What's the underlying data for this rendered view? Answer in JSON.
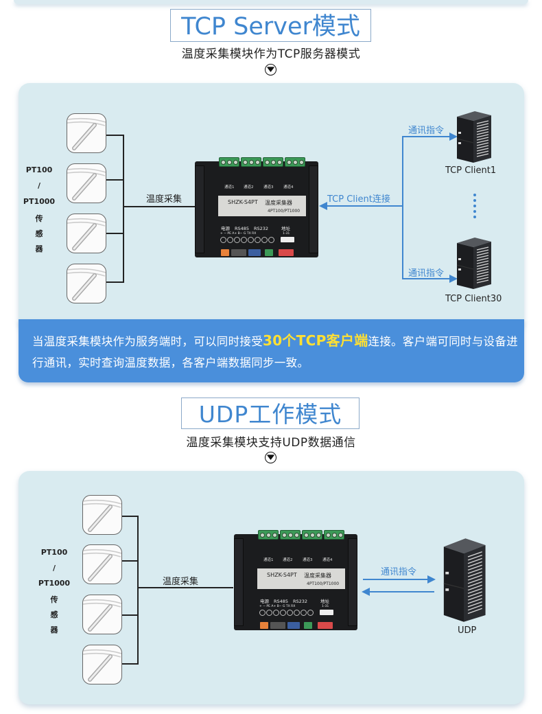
{
  "tcp_section": {
    "title": "TCP Server模式",
    "subtitle": "温度采集模块作为TCP服务器模式",
    "sensor_label": [
      "PT100",
      "/",
      "PT1000",
      "传",
      "感",
      "器"
    ],
    "collect_label": "温度采集",
    "device": {
      "model": "SHZK-S4PT",
      "name": "温度采集器",
      "spec": "4PT100/PT1000",
      "channels": [
        "通道1",
        "通道2",
        "通道3",
        "通道4"
      ],
      "port_labels": [
        "电源",
        "RS485",
        "RS232",
        "地址"
      ],
      "pin_labels": "+ − PE A+ B− G TX RX",
      "addr_range": "1-31"
    },
    "connection_label": "TCP Client连接",
    "command_label_top": "通讯指令",
    "command_label_bottom": "通讯指令",
    "client_first": "TCP Client1",
    "client_last": "TCP Client30",
    "banner": {
      "text_before": "当温度采集模块作为服务端时，可以同时接受",
      "highlight": "30个TCP客户端",
      "text_after": "连接。客户端可同时与设备进行通讯，实时查询温度数据，各客户端数据同步一致。"
    }
  },
  "udp_section": {
    "title": "UDP工作模式",
    "subtitle": "温度采集模块支持UDP数据通信",
    "sensor_label": [
      "PT100",
      "/",
      "PT1000",
      "传",
      "感",
      "器"
    ],
    "collect_label": "温度采集",
    "device": {
      "model": "SHZK-S4PT",
      "name": "温度采集器",
      "spec": "4PT100/PT1000",
      "channels": [
        "通道1",
        "通道2",
        "通道3",
        "通道4"
      ],
      "port_labels": [
        "电源",
        "RS485",
        "RS232",
        "地址"
      ],
      "pin_labels": "+ − PE A+ B− G TX RX",
      "addr_range": "1-31"
    },
    "command_label": "通讯指令",
    "server_label": "UDP"
  },
  "colors": {
    "accent_blue": "#3f86cf",
    "panel_bg": "#d9ebf0",
    "banner_bg": "#4a8fdb",
    "highlight_yellow": "#ffe033"
  }
}
